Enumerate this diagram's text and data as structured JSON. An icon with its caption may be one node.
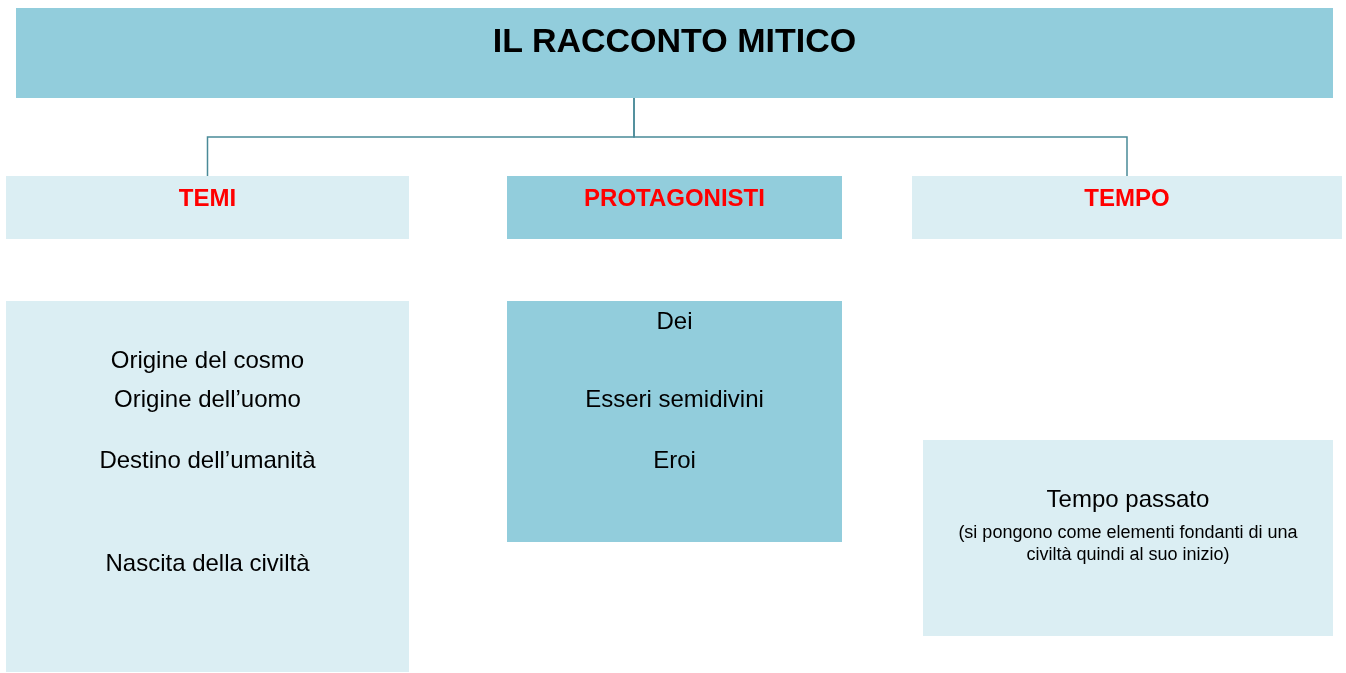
{
  "diagram": {
    "nodes": [
      {
        "text": [
          "IL RACCONTO MITICO"
        ]
      },
      {
        "text": [
          "TEMI"
        ]
      },
      {
        "text": [
          "PROTAGONISTI"
        ]
      },
      {
        "text": [
          "TEMPO"
        ]
      },
      {
        "text": [
          "Origine del cosmo",
          "Origine dell’uomo",
          "Destino dell’umanità",
          "Nascita della civiltà"
        ]
      },
      {
        "text": [
          "Dei",
          "Esseri semidivini",
          "Eroi"
        ]
      },
      {
        "text": [
          "Tempo passato",
          "(si pongono come elementi fondanti di una civiltà quindi al suo inizio)"
        ]
      }
    ],
    "edges": [
      {
        "from": 0,
        "to": 1,
        "arrow": "none"
      },
      {
        "from": 0,
        "to": 3,
        "arrow": "none"
      }
    ]
  }
}
